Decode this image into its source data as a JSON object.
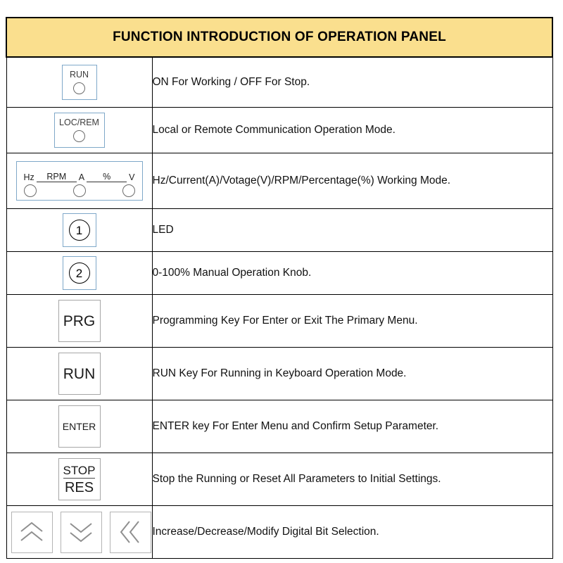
{
  "header": {
    "title": "FUNCTION INTRODUCTION OF OPERATION PANEL",
    "background_color": "#FADF8E",
    "text_color": "#000000"
  },
  "theme": {
    "border_color": "#000000",
    "indicator_border": "#7FA8C9",
    "key_border": "#A6A6A6",
    "page_background": "#FFFFFF"
  },
  "rows": [
    {
      "icon": {
        "type": "indicator-led",
        "name": "run-indicator",
        "label": "RUN",
        "led_count": 1
      },
      "description": "ON For Working /  OFF For Stop."
    },
    {
      "icon": {
        "type": "indicator-led",
        "name": "loc-rem-indicator",
        "label": "LOC/REM",
        "led_count": 1
      },
      "description": "Local or Remote Communication Operation Mode."
    },
    {
      "icon": {
        "type": "mode-strip",
        "name": "unit-mode-indicator",
        "units": [
          "Hz",
          "A",
          "V"
        ],
        "segments": [
          "RPM",
          "%"
        ],
        "led_count": 3
      },
      "description": "Hz/Current(A)/Votage(V)/RPM/Percentage(%) Working Mode."
    },
    {
      "icon": {
        "type": "circled-number",
        "name": "callout-one",
        "label": "①"
      },
      "description": "LED"
    },
    {
      "icon": {
        "type": "circled-number",
        "name": "callout-two",
        "label": "②"
      },
      "description": "0-100% Manual Operation Knob."
    },
    {
      "icon": {
        "type": "key",
        "name": "prg-key",
        "label": "PRG"
      },
      "description": "Programming Key For Enter or Exit The Primary Menu."
    },
    {
      "icon": {
        "type": "key",
        "name": "run-key",
        "label": "RUN"
      },
      "description": "RUN Key For Running in Keyboard Operation Mode."
    },
    {
      "icon": {
        "type": "key-small",
        "name": "enter-key",
        "label": "ENTER"
      },
      "description": "ENTER key For Enter Menu and Confirm Setup Parameter."
    },
    {
      "icon": {
        "type": "key-stacked",
        "name": "stop-res-key",
        "label_top": "STOP",
        "label_bottom": "RES"
      },
      "description": "Stop the Running or Reset All Parameters to Initial Settings."
    },
    {
      "icon": {
        "type": "arrow-keys",
        "name": "navigation-keys",
        "keys": [
          "double-chevron-up",
          "double-chevron-down",
          "double-chevron-left"
        ]
      },
      "description": "Increase/Decrease/Modify Digital Bit Selection."
    }
  ]
}
